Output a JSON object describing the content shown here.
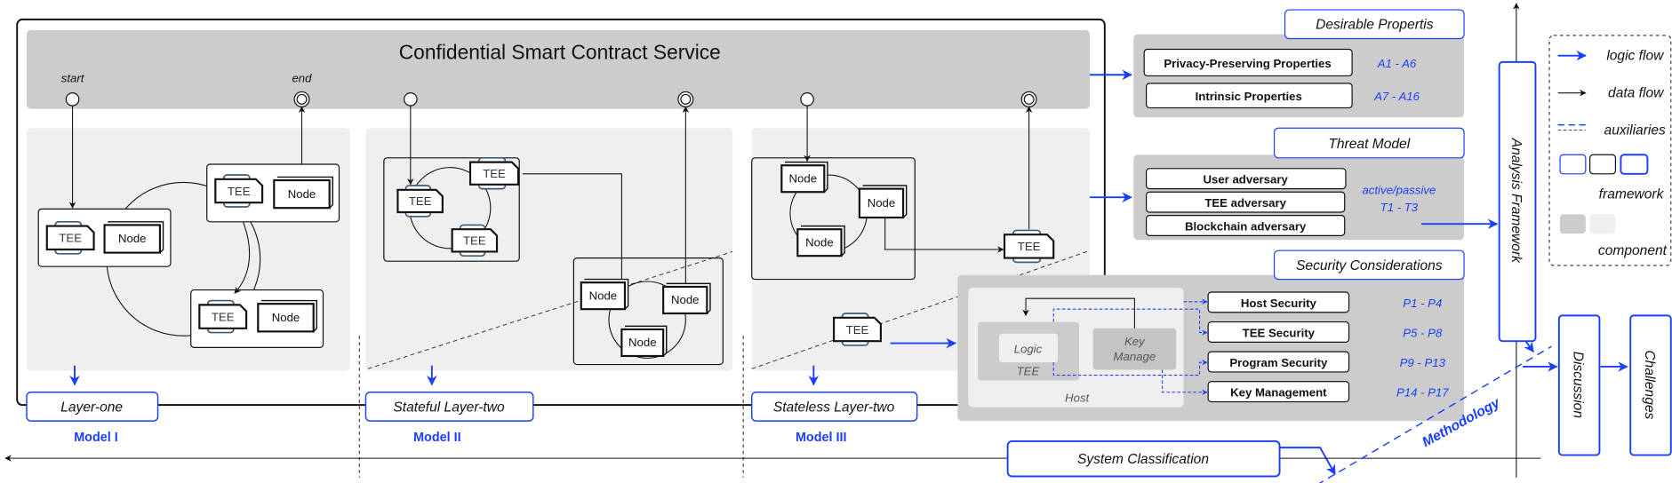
{
  "title": "Confidential Smart Contract Service",
  "flow": {
    "start": "start",
    "end": "end"
  },
  "labels": {
    "tee": "TEE",
    "node": "Node"
  },
  "layers": [
    {
      "name": "Layer-one",
      "model": "Model I"
    },
    {
      "name": "Stateful Layer-two",
      "model": "Model II"
    },
    {
      "name": "Stateless Layer-two",
      "model": "Model III"
    }
  ],
  "desirable": {
    "header": "Desirable Propertis",
    "items": [
      {
        "label": "Privacy-Preserving Properties",
        "range": "A1 - A6"
      },
      {
        "label": "Intrinsic Properties",
        "range": "A7 - A16"
      }
    ]
  },
  "threat": {
    "header": "Threat Model",
    "items": [
      "User adversary",
      "TEE adversary",
      "Blockchain adversary"
    ],
    "note1": "active/passive",
    "note2": "T1 - T3"
  },
  "security": {
    "header": "Security Considerations",
    "items": [
      {
        "label": "Host Security",
        "range": "P1 - P4"
      },
      {
        "label": "TEE Security",
        "range": "P5 - P8"
      },
      {
        "label": "Program Security",
        "range": "P9 - P13"
      },
      {
        "label": "Key Management",
        "range": "P14 - P17"
      }
    ]
  },
  "host": {
    "logic": "Logic",
    "tee": "TEE",
    "key1": "Key",
    "key2": "Manage",
    "host": "Host"
  },
  "analysis": "Analysis Framework",
  "discussion": "Discussion",
  "challenges": "Challenges",
  "classification": "System Classification",
  "methodology": "Methodology",
  "legend": {
    "logic_flow": "logic flow",
    "data_flow": "data flow",
    "auxiliaries": "auxiliaries",
    "framework": "framework",
    "component": "component"
  },
  "colors": {
    "accent": "#1b3fff",
    "panel_dark": "#cccccc",
    "panel_light": "#efefef",
    "tee_tab": "#3d5a78"
  }
}
